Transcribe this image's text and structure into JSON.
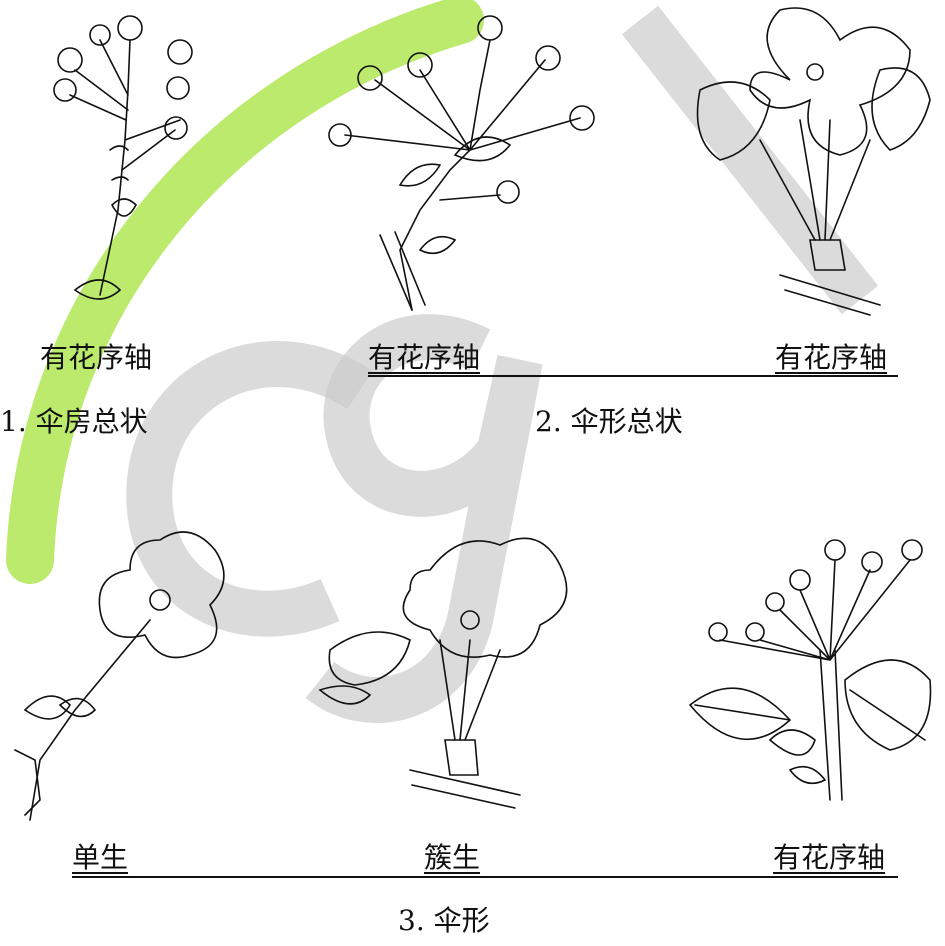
{
  "watermark": {
    "text": "cgl",
    "colors": {
      "arc_green": "#9fe03a",
      "letters_gray": "#c9c9c9"
    }
  },
  "row1": {
    "labels": {
      "a": "有花序轴",
      "b": "有花序轴",
      "c": "有花序轴"
    },
    "captions": {
      "left": "1. 伞房总状",
      "right": "2. 伞形总状"
    }
  },
  "row2": {
    "labels": {
      "a": "单生",
      "b": "簇生",
      "c": "有花序轴"
    },
    "caption": "3. 伞形"
  },
  "illustrations": [
    {
      "name": "corymb-raceme-sketch-icon"
    },
    {
      "name": "umbel-raceme-sketch-icon"
    },
    {
      "name": "cherry-flower-cluster-sketch-icon"
    },
    {
      "name": "single-flower-sketch-icon"
    },
    {
      "name": "clustered-flowers-sketch-icon"
    },
    {
      "name": "umbel-with-leaves-sketch-icon"
    }
  ]
}
